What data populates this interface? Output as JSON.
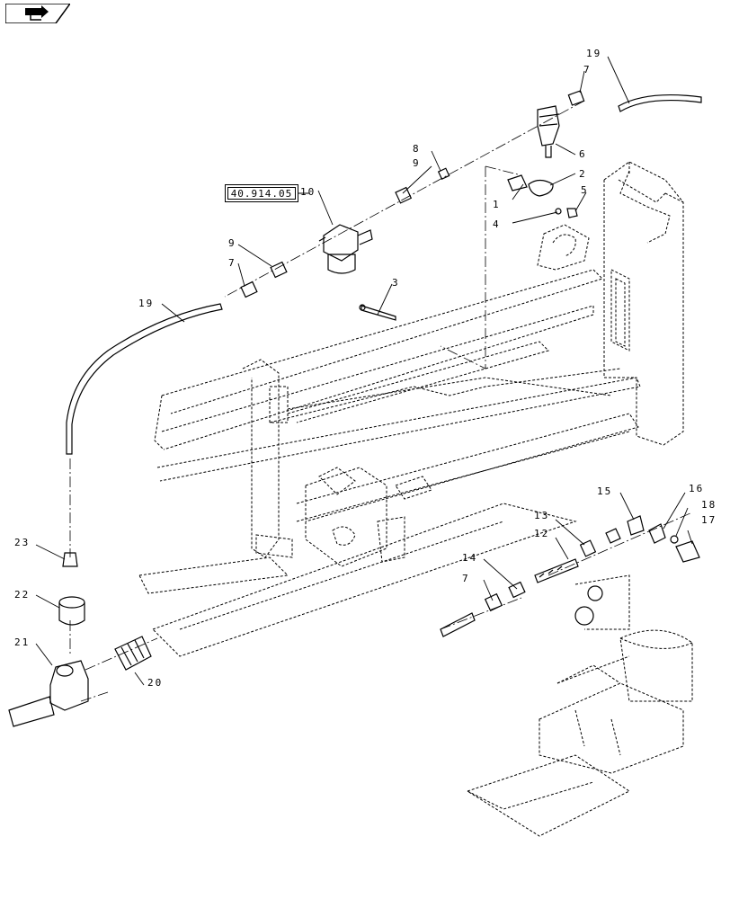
{
  "reference": {
    "label": "40.914.05"
  },
  "callouts": [
    {
      "id": "c19a",
      "text": "19"
    },
    {
      "id": "c7a",
      "text": "7"
    },
    {
      "id": "c6",
      "text": "6"
    },
    {
      "id": "c2",
      "text": "2"
    },
    {
      "id": "c1",
      "text": "1"
    },
    {
      "id": "c5",
      "text": "5"
    },
    {
      "id": "c4",
      "text": "4"
    },
    {
      "id": "c8",
      "text": "8"
    },
    {
      "id": "c9a",
      "text": "9"
    },
    {
      "id": "c10",
      "text": "10"
    },
    {
      "id": "c9b",
      "text": "9"
    },
    {
      "id": "c7b",
      "text": "7"
    },
    {
      "id": "c3",
      "text": "3"
    },
    {
      "id": "c19b",
      "text": "19"
    },
    {
      "id": "c23",
      "text": "23"
    },
    {
      "id": "c22",
      "text": "22"
    },
    {
      "id": "c21",
      "text": "21"
    },
    {
      "id": "c20",
      "text": "20"
    },
    {
      "id": "c15",
      "text": "15"
    },
    {
      "id": "c16",
      "text": "16"
    },
    {
      "id": "c18",
      "text": "18"
    },
    {
      "id": "c17",
      "text": "17"
    },
    {
      "id": "c13",
      "text": "13"
    },
    {
      "id": "c12",
      "text": "12"
    },
    {
      "id": "c14",
      "text": "14"
    },
    {
      "id": "c7c",
      "text": "7"
    }
  ],
  "icons": {
    "nav": "arrow-right-icon"
  },
  "colors": {
    "line": "#000000",
    "background": "#ffffff"
  }
}
